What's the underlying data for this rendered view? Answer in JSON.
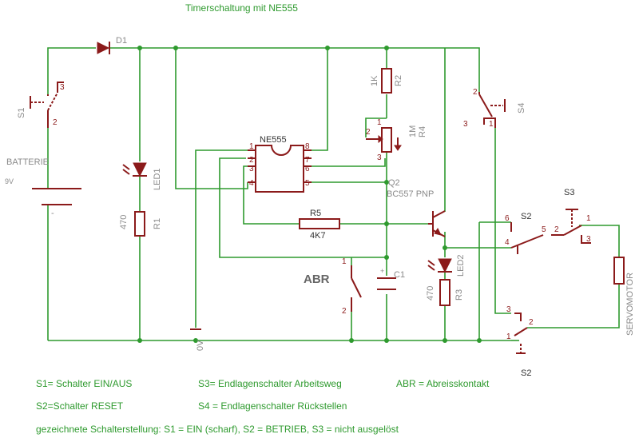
{
  "title": "Timerschaltung mit NE555",
  "components": {
    "s1": "S1",
    "d1": "D1",
    "batt": "BATTERIE",
    "batt_v": "9V",
    "led1": "LED1",
    "r1": "R1",
    "r1_val": "470",
    "ic": "NE555",
    "r2": "R2",
    "r2_val": "1K",
    "r4": "R4",
    "r4_val": "1M",
    "q2": "Q2",
    "q2_type": "BC557 PNP",
    "r5": "R5",
    "r5_val": "4K7",
    "c1": "C1",
    "abr": "ABR",
    "led2": "LED2",
    "r3": "R3",
    "r3_val": "470",
    "s4": "S4",
    "s3": "S3",
    "s2a": "S2",
    "s2b": "S2",
    "motor": "SERVOMOTOR",
    "gnd": "0V",
    "minus": "-"
  },
  "legend": {
    "s1": "S1= Schalter EIN/AUS",
    "s2": "S2=Schalter RESET",
    "s3": "S3= Endlagenschalter Arbeitsweg",
    "s4": "S4 = Endlagenschalter Rückstellen",
    "abr": "ABR = Abreisskontakt",
    "note": "gezeichnete Schalterstellung: S1 = EIN (scharf), S2 = BETRIEB, S3 = nicht ausgelöst"
  },
  "colors": {
    "wire": "#2e9a2e",
    "part": "#8b1a1a",
    "label": "#8a8a8a"
  }
}
